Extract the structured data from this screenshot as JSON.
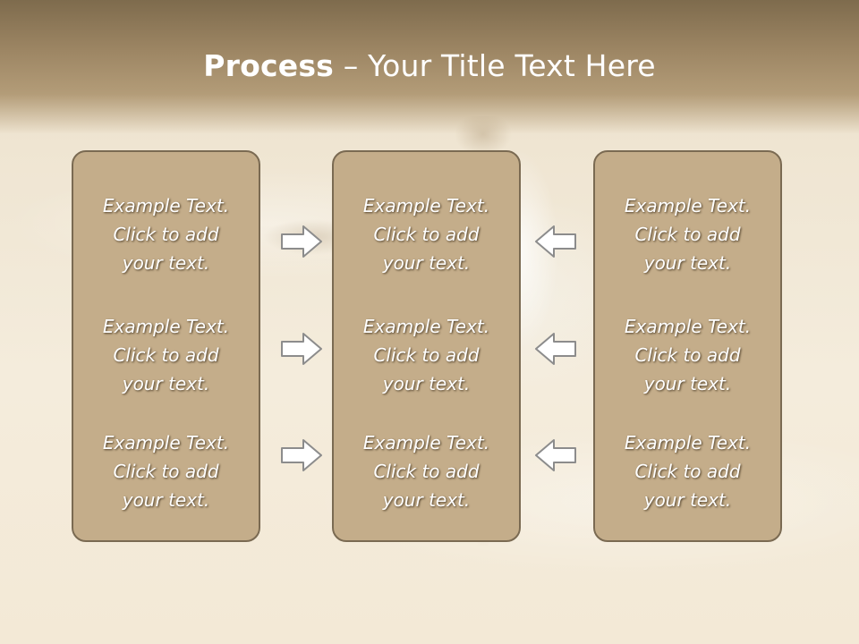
{
  "title": {
    "bold": "Process",
    "rest": " – Your Title Text Here"
  },
  "columns": [
    {
      "items": [
        "Example Text.\nClick  to add\nyour text.",
        "Example Text.\nClick  to add\nyour text.",
        "Example Text.\nClick  to add\nyour text."
      ]
    },
    {
      "items": [
        "Example Text.\nClick  to add\nyour text.",
        "Example Text.\nClick  to add\nyour text.",
        "Example Text.\nClick  to add\nyour text."
      ]
    },
    {
      "items": [
        "Example Text.\nClick  to add\nyour text.",
        "Example Text.\nClick  to add\nyour text.",
        "Example Text.\nClick  to add\nyour text."
      ]
    }
  ],
  "arrows": {
    "left_column": "right-arrow-icon",
    "right_column": "left-arrow-icon"
  },
  "colors": {
    "panel": "#c4ad8a",
    "panel_border": "#7a6a52",
    "header": "#9c8563",
    "arrow_fill": "#ffffff",
    "arrow_stroke": "#8c8c8c"
  }
}
